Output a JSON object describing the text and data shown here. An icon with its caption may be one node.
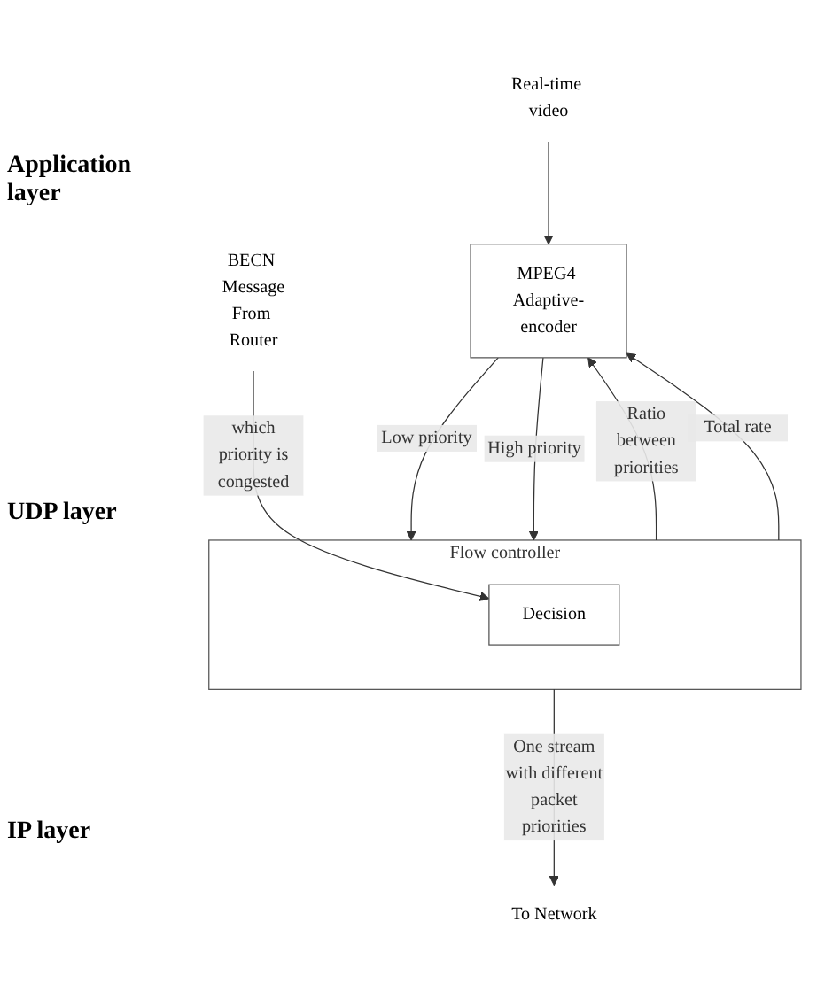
{
  "diagram": {
    "nodes": [
      {
        "text": [
          "Real-time video"
        ]
      },
      {
        "text": [
          "MPEG4 Adaptive-encoder"
        ]
      },
      {
        "text": [
          "Flow controller"
        ]
      },
      {
        "text": [
          "Decision"
        ],
        "in": 2
      },
      {
        "text": [
          "BECN Message",
          "From Router"
        ]
      },
      {
        "text": [
          "To Network"
        ]
      }
    ],
    "edges": [
      {
        "from": 0,
        "to": 1,
        "arrow": "to"
      },
      {
        "from": 1,
        "to": 2,
        "arrow": "to",
        "label": "Low priority"
      },
      {
        "from": 1,
        "to": 2,
        "arrow": "to",
        "label": "High priority"
      },
      {
        "from": 2,
        "to": 1,
        "arrow": "to",
        "label": "Ratio between priorities"
      },
      {
        "from": 2,
        "to": 1,
        "arrow": "to",
        "label": "Total rate"
      },
      {
        "from": 2,
        "to": 5,
        "arrow": "to",
        "label": "One stream with different packet priorities"
      },
      {
        "from": 4,
        "to": 3,
        "arrow": "to",
        "label": "which priority is congested"
      }
    ],
    "labels": [
      "Application layer",
      "UDP layer",
      "IP layer"
    ]
  }
}
